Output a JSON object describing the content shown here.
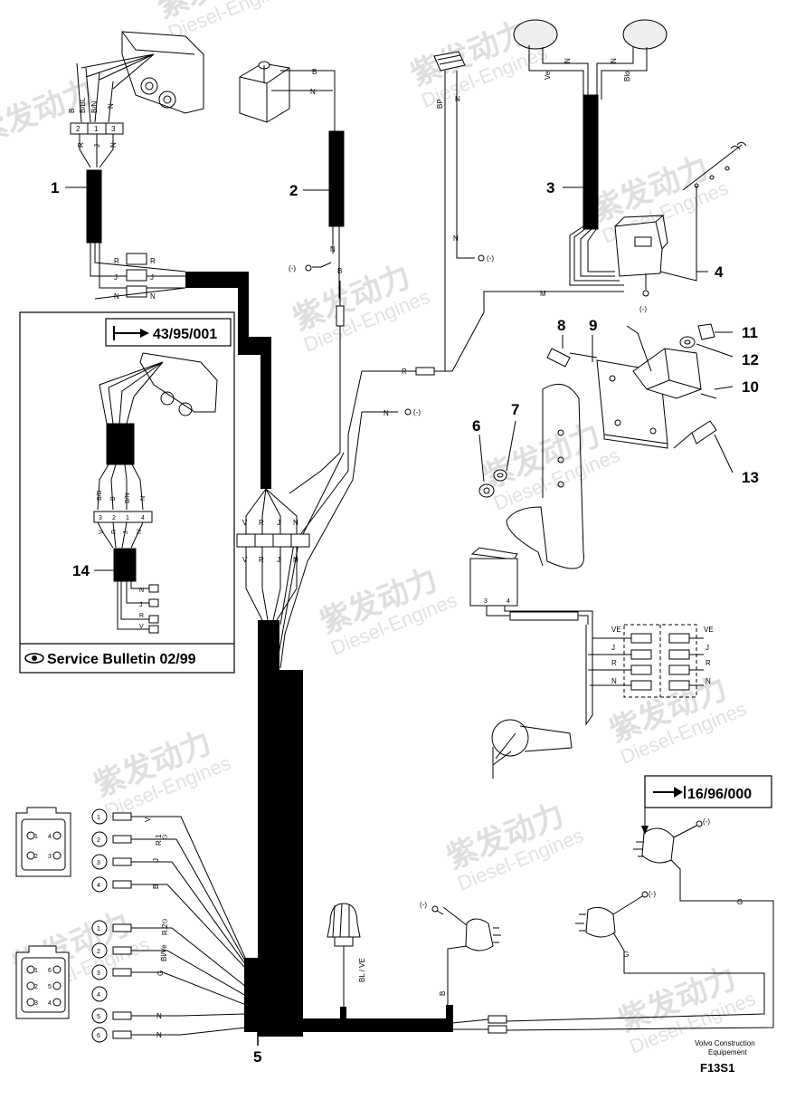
{
  "watermark": {
    "brand": "紫发动力",
    "sub": "Diesel-Engines"
  },
  "callouts": [
    "1",
    "2",
    "3",
    "4",
    "5",
    "6",
    "7",
    "8",
    "9",
    "10",
    "11",
    "12",
    "13",
    "14"
  ],
  "inset": {
    "ref": "43/95/001",
    "bulletin": "Service Bulletin 02/99",
    "top_labels": [
      "B/B",
      "B",
      "B/N",
      "N"
    ],
    "pin_labels": [
      "3",
      "2",
      "1",
      "4"
    ],
    "bottom_labels": [
      "V",
      "R",
      "J",
      "N"
    ],
    "side_labels": [
      "N",
      "J",
      "R",
      "V"
    ]
  },
  "harness1": {
    "top_labels": [
      "B",
      "B/BL",
      "B/N",
      "N"
    ],
    "pins": [
      "2",
      "1",
      "3"
    ],
    "under_pins": [
      "R",
      "J",
      "N"
    ],
    "side_labels": [
      "R",
      "R",
      "J",
      "J",
      "N",
      "N"
    ]
  },
  "harness2": {
    "labels": [
      "B",
      "N",
      "N",
      "B"
    ],
    "ground": "(-)"
  },
  "harness_bp": {
    "labels": [
      "BP",
      "N",
      "N"
    ],
    "ground": "(-)"
  },
  "harness3": {
    "labels": [
      "Ve",
      "N",
      "N",
      "Blo"
    ],
    "ground": "(-)"
  },
  "mid_labels": {
    "m": "M",
    "r": "R",
    "n": "N",
    "ground": "(-)"
  },
  "trunk_labels": {
    "top": [
      "V",
      "R",
      "J",
      "N"
    ],
    "bottom": [
      "V",
      "R",
      "J",
      "N"
    ]
  },
  "connector_a": {
    "cells": [
      "1",
      "4",
      "2",
      "3"
    ],
    "pins": [
      "1",
      "2",
      "3",
      "4"
    ],
    "wires": [
      "V",
      "R.1",
      "J",
      "B"
    ],
    "diam": "∅"
  },
  "connector_b": {
    "cells": [
      "1",
      "6",
      "2",
      "5",
      "3",
      "4"
    ],
    "pins": [
      "1",
      "2",
      "3",
      "4",
      "5",
      "6"
    ],
    "wires": [
      "R.2",
      "Bl/Ve",
      "G",
      "",
      "N",
      "N"
    ],
    "diam": "∅"
  },
  "switch_block": {
    "left": [
      "VE",
      "J",
      "R",
      "N"
    ],
    "right": [
      "VE",
      "J",
      "R",
      "N"
    ],
    "pins": [
      "3",
      "4"
    ]
  },
  "lamp_labels": {
    "blve": "BL / VE",
    "b": "B",
    "g1": "G",
    "g2": "G",
    "ground": "(-)"
  },
  "ref2": "16/96/000",
  "footer": {
    "maker": "Volvo Construction",
    "maker2": "Equipement",
    "code": "F13S1"
  }
}
